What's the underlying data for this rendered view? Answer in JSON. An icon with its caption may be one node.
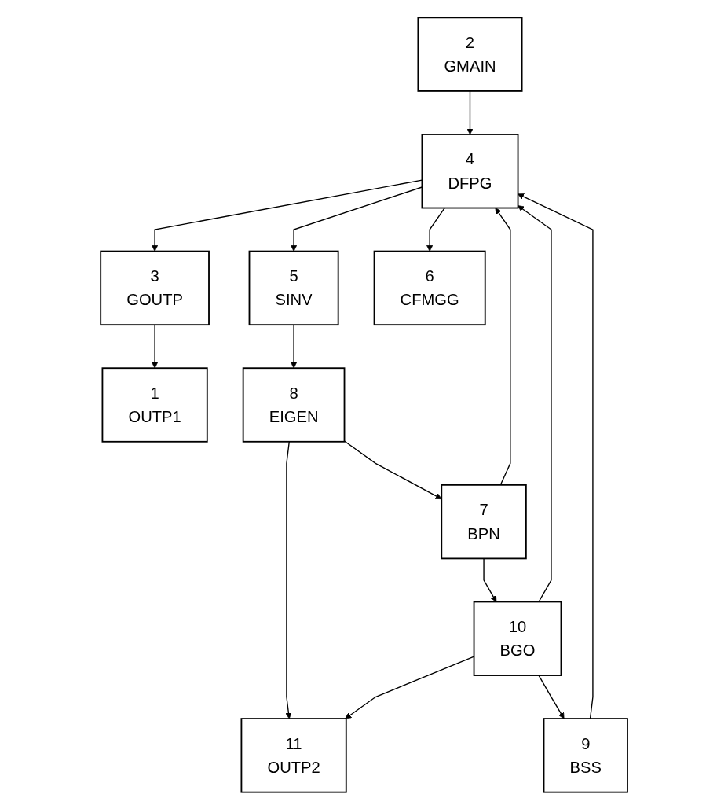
{
  "diagram": {
    "nodes": [
      {
        "text": [
          "1",
          "OUTP1"
        ]
      },
      {
        "text": [
          "2",
          "GMAIN"
        ]
      },
      {
        "text": [
          "3",
          "GOUTP"
        ]
      },
      {
        "text": [
          "4",
          "DFPG"
        ]
      },
      {
        "text": [
          "5",
          "SINV"
        ]
      },
      {
        "text": [
          "6",
          "CFMGG"
        ]
      },
      {
        "text": [
          "7",
          "BPN"
        ]
      },
      {
        "text": [
          "8",
          "EIGEN"
        ]
      },
      {
        "text": [
          "9",
          "BSS"
        ]
      },
      {
        "text": [
          "10",
          "BGO"
        ]
      },
      {
        "text": [
          "11",
          "OUTP2"
        ]
      }
    ],
    "edges": [
      {
        "from": 2,
        "to": 0,
        "arrow": "to"
      },
      {
        "from": 1,
        "to": 3,
        "arrow": "to"
      },
      {
        "from": 3,
        "to": 2,
        "arrow": "to"
      },
      {
        "from": 3,
        "to": 5,
        "arrow": "to"
      },
      {
        "from": 3,
        "to": 4,
        "arrow": "to"
      },
      {
        "from": 4,
        "to": 7,
        "arrow": "to"
      },
      {
        "from": 7,
        "to": 6,
        "arrow": "to"
      },
      {
        "from": 6,
        "to": 3,
        "arrow": "to"
      },
      {
        "from": 8,
        "to": 3,
        "arrow": "to"
      },
      {
        "from": 9,
        "to": 3,
        "arrow": "to"
      },
      {
        "from": 6,
        "to": 9,
        "arrow": "to"
      },
      {
        "from": 7,
        "to": 10,
        "arrow": "to"
      },
      {
        "from": 9,
        "to": 10,
        "arrow": "to"
      },
      {
        "from": 9,
        "to": 8,
        "arrow": "to"
      }
    ]
  }
}
